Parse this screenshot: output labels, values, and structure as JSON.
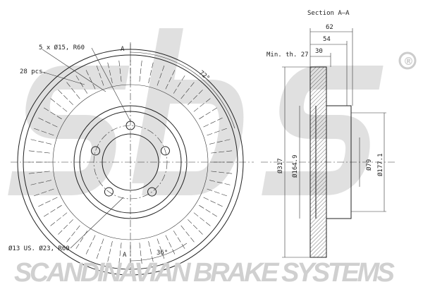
{
  "watermark": {
    "logo": "sbs",
    "registered": "®",
    "brand": "SCANDINAVIAN BRAKE SYSTEMS",
    "color": "#d9d9d9"
  },
  "front_view": {
    "bolt_label": "5 x Ø15, R60",
    "vanes_label": "28 pcs.",
    "hole_label": "Ø13 US. Ø23, R60",
    "section_marker": "A",
    "angle_top": "72°",
    "angle_bottom": "36°"
  },
  "section_view": {
    "title": "Section A–A",
    "min_thickness": "Min. th. 27",
    "dims_top": [
      "62",
      "54",
      "30"
    ],
    "diameters": [
      "Ø317",
      "Ø164.9",
      "Ø79",
      "Ø177.1"
    ]
  }
}
